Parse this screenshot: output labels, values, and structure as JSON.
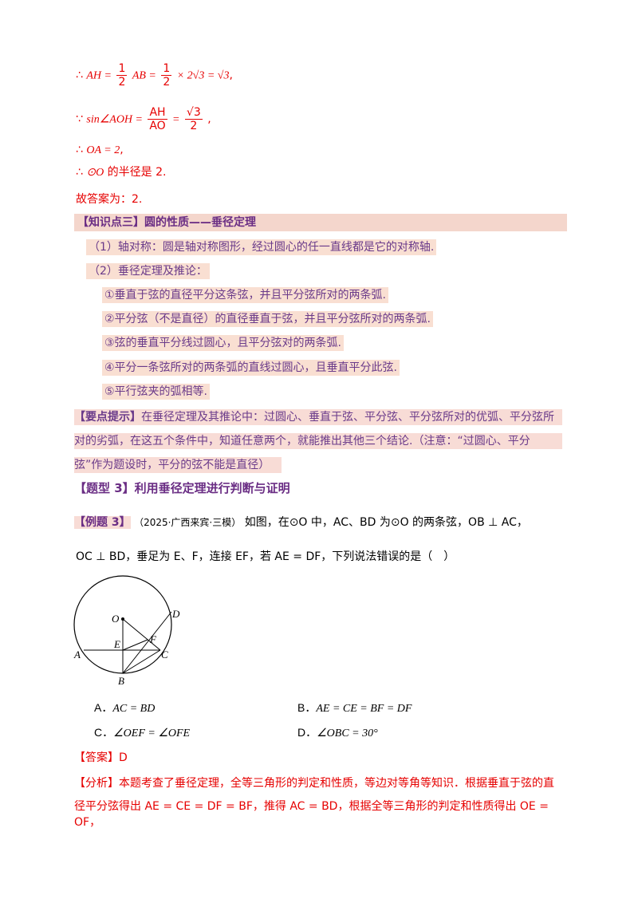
{
  "solution": {
    "line1": {
      "prefix": "∴",
      "lhs": "AH =",
      "frac_num": "1",
      "frac_den": "2",
      "mid": "AB =",
      "frac2_num": "1",
      "frac2_den": "2",
      "rhs": "× 2√3 = √3",
      "end": ","
    },
    "line2": {
      "prefix": "∵",
      "lhs": "sin∠AOH =",
      "frac_num": "AH",
      "frac_den": "AO",
      "eq": "=",
      "frac2_num": "√3",
      "frac2_den": "2",
      "end": ","
    },
    "line3": {
      "prefix": "∴",
      "expr": "OA = 2",
      "end": ","
    },
    "line4": {
      "prefix": "∴",
      "circle": "⊙O",
      "text": "的半径是 2."
    },
    "answer_line": "故答案为：2."
  },
  "knowledge": {
    "title": "【知识点三】圆的性质——垂径定理",
    "items": [
      "（1）轴对称：圆是轴对称图形，经过圆心的任一直线都是它的对称轴.",
      "（2）垂径定理及推论：",
      "①垂直于弦的直径平分这条弦，并且平分弦所对的两条弧.",
      "②平分弦（不是直径）的直径垂直于弦，并且平分弦所对的两条弧.",
      "③弦的垂直平分线过圆心，且平分弦对的两条弧.",
      "④平分一条弦所对的两条弧的直线过圆心，且垂直平分此弦.",
      "⑤平行弦夹的弧相等."
    ],
    "tip_label": "【要点提示】",
    "tip_lines": [
      "在垂径定理及其推论中：过圆心、垂直于弦、平分弦、平分弦所对的优弧、平分弦所",
      "对的劣弧，在这五个条件中，知道任意两个，就能推出其他三个结论.（注意：“过圆心、平分",
      "弦”作为题设时，平分的弦不能是直径）"
    ]
  },
  "question_type": {
    "title": "【题型 3】利用垂径定理进行判断与证明"
  },
  "example": {
    "label": "【例题 3】",
    "source": "（2025·广西来宾·三模）",
    "line1": "如图，在⊙O 中，AC、BD 为⊙O 的两条弦，OB ⊥ AC，",
    "line2": "OC ⊥ BD，垂足为 E、F，连接 EF，若 AE = DF，下列说法错误的是（　）",
    "figure_labels": {
      "O": "O",
      "A": "A",
      "B": "B",
      "C": "C",
      "D": "D",
      "E": "E",
      "F": "F"
    },
    "options": [
      {
        "label": "A．",
        "text": "AC = BD"
      },
      {
        "label": "B．",
        "text": "AE = CE = BF = DF"
      },
      {
        "label": "C．",
        "text": "∠OEF = ∠OFE"
      },
      {
        "label": "D．",
        "text": "∠OBC = 30°"
      }
    ],
    "answer_label": "【答案】",
    "answer_value": "D",
    "analysis_label": "【分析】",
    "analysis_line1": "本题考查了垂径定理，全等三角形的判定和性质，等边对等角等知识．根据垂直于弦的直",
    "analysis_line2": "径平分弦得出 AE = CE = DF = BF，推得 AC = BD，根据全等三角形的判定和性质得出 OE = OF，"
  },
  "colors": {
    "red": "#e60000",
    "purple": "#6a2d84",
    "highlight": "#f9dfd2"
  }
}
